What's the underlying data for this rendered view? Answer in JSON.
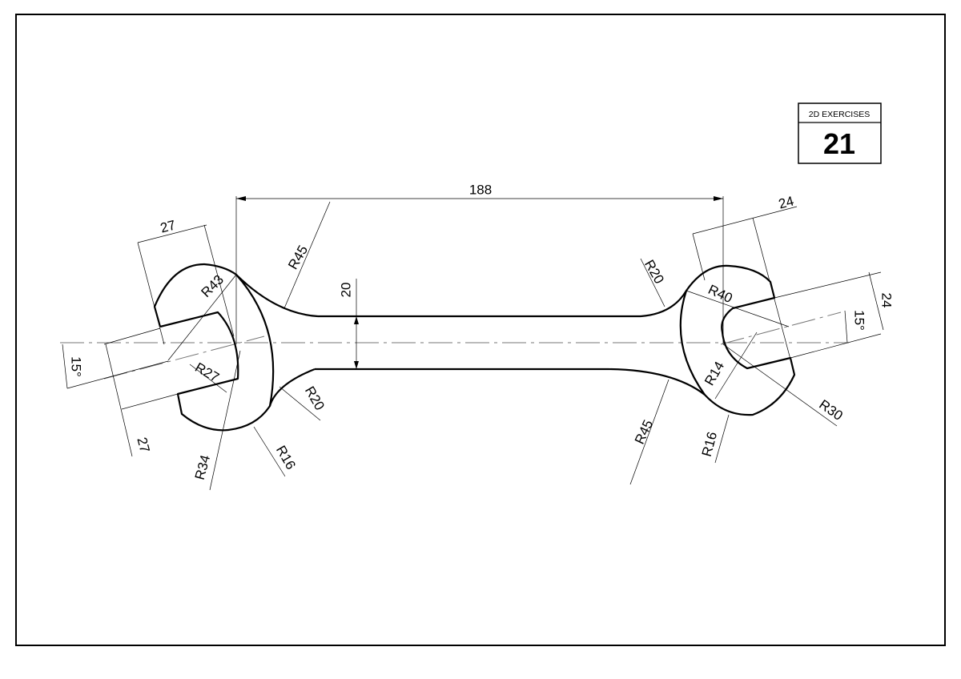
{
  "title_block": {
    "heading": "2D EXERCISES",
    "number": "21"
  },
  "dimensions": {
    "overall_length": "188",
    "handle_width": "20",
    "left_jaw_depth": "27",
    "left_jaw_width": "27",
    "left_angle": "15°",
    "left_r43": "R43",
    "left_r27": "R27",
    "left_r45": "R45",
    "left_r20": "R20",
    "left_r34": "R34",
    "left_r16": "R16",
    "right_jaw_depth": "24",
    "right_jaw_width": "24",
    "right_angle": "15°",
    "right_r40": "R40",
    "right_r20": "R20",
    "right_r14": "R14",
    "right_r30": "R30",
    "right_r45": "R45",
    "right_r16": "R16"
  }
}
